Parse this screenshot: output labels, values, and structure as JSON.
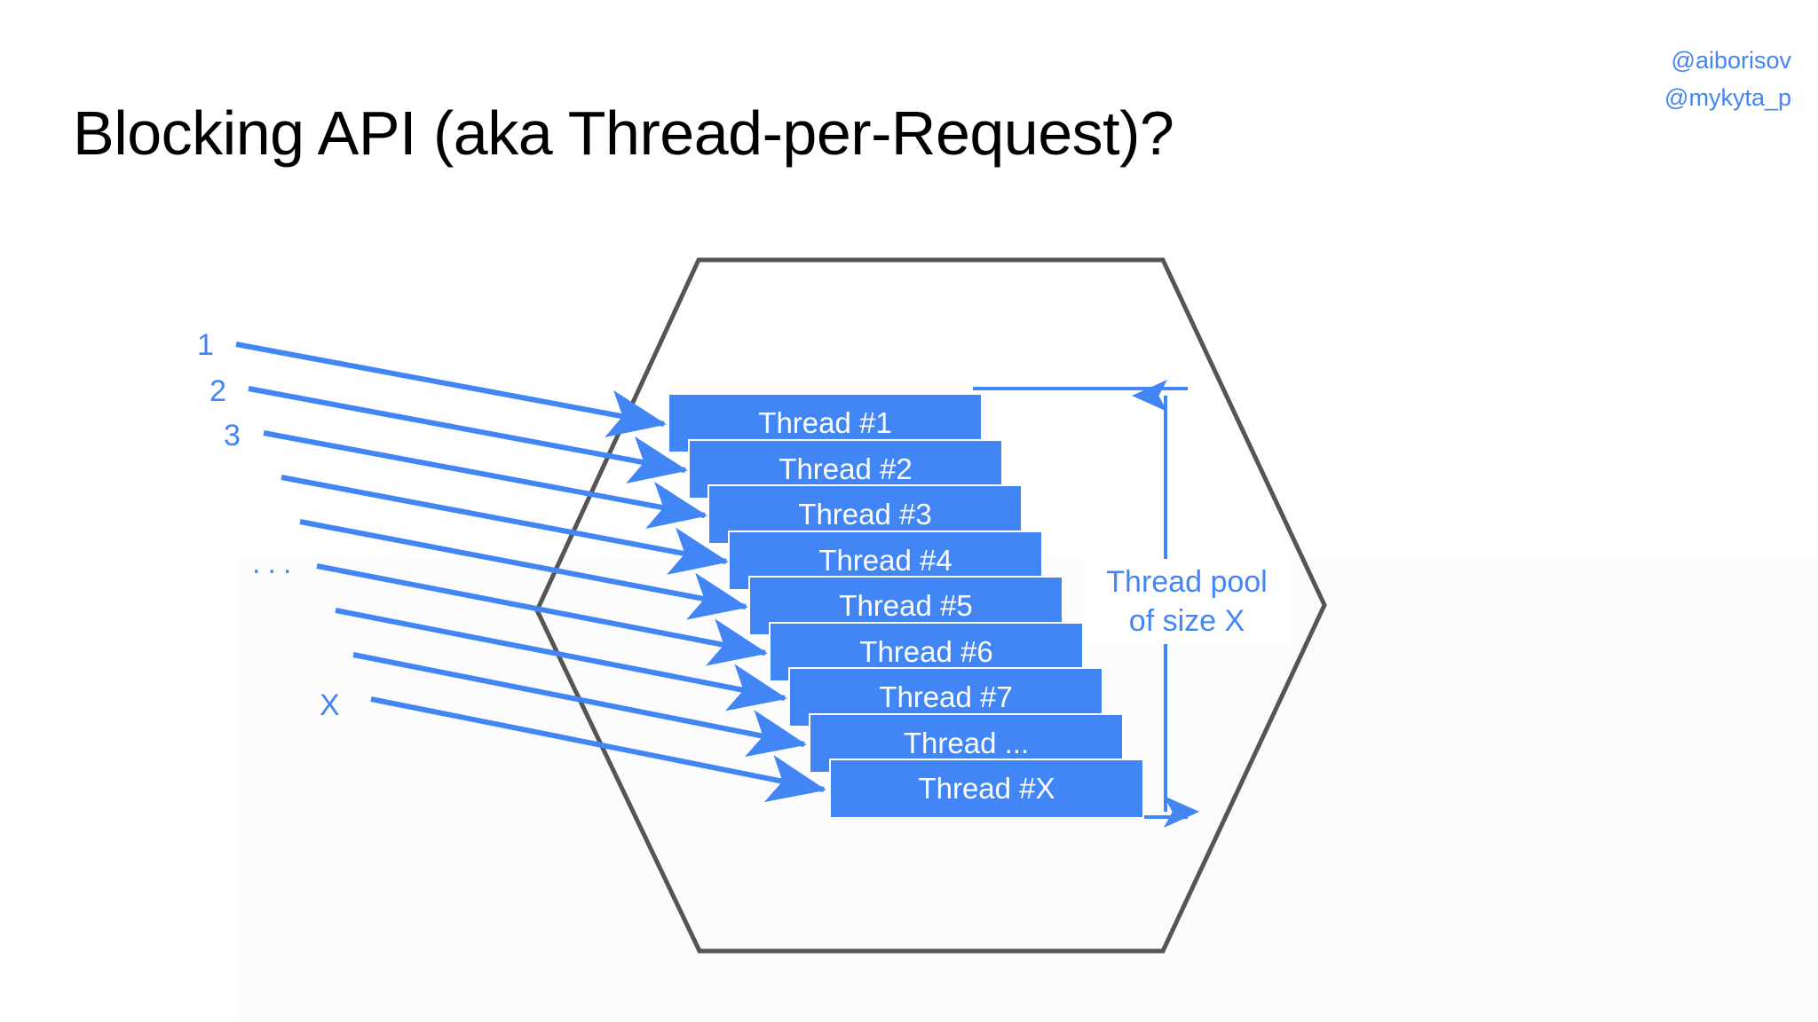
{
  "slide": {
    "title": "Blocking API (aka Thread-per-Request)?",
    "handles": [
      "@aiborisov",
      "@mykyta_p"
    ],
    "colors": {
      "accent_blue": "#4285f4",
      "hexagon_stroke": "#555555",
      "title_text": "#000000",
      "background": "#ffffff"
    }
  },
  "diagram": {
    "type": "thread-pool-illustration",
    "container_shape": "hexagon",
    "request_lane_labels": [
      "1",
      "2",
      "3",
      "...",
      "X"
    ],
    "request_arrow_count": 9,
    "threads": [
      {
        "label": "Thread #1"
      },
      {
        "label": "Thread #2"
      },
      {
        "label": "Thread #3"
      },
      {
        "label": "Thread #4"
      },
      {
        "label": "Thread #5"
      },
      {
        "label": "Thread #6"
      },
      {
        "label": "Thread #7"
      },
      {
        "label": "Thread ..."
      },
      {
        "label": "Thread #X"
      }
    ],
    "dimension": {
      "caption_line_1": "Thread pool",
      "caption_line_2": "of size X",
      "orientation": "vertical",
      "arrow_heads": "both"
    }
  }
}
